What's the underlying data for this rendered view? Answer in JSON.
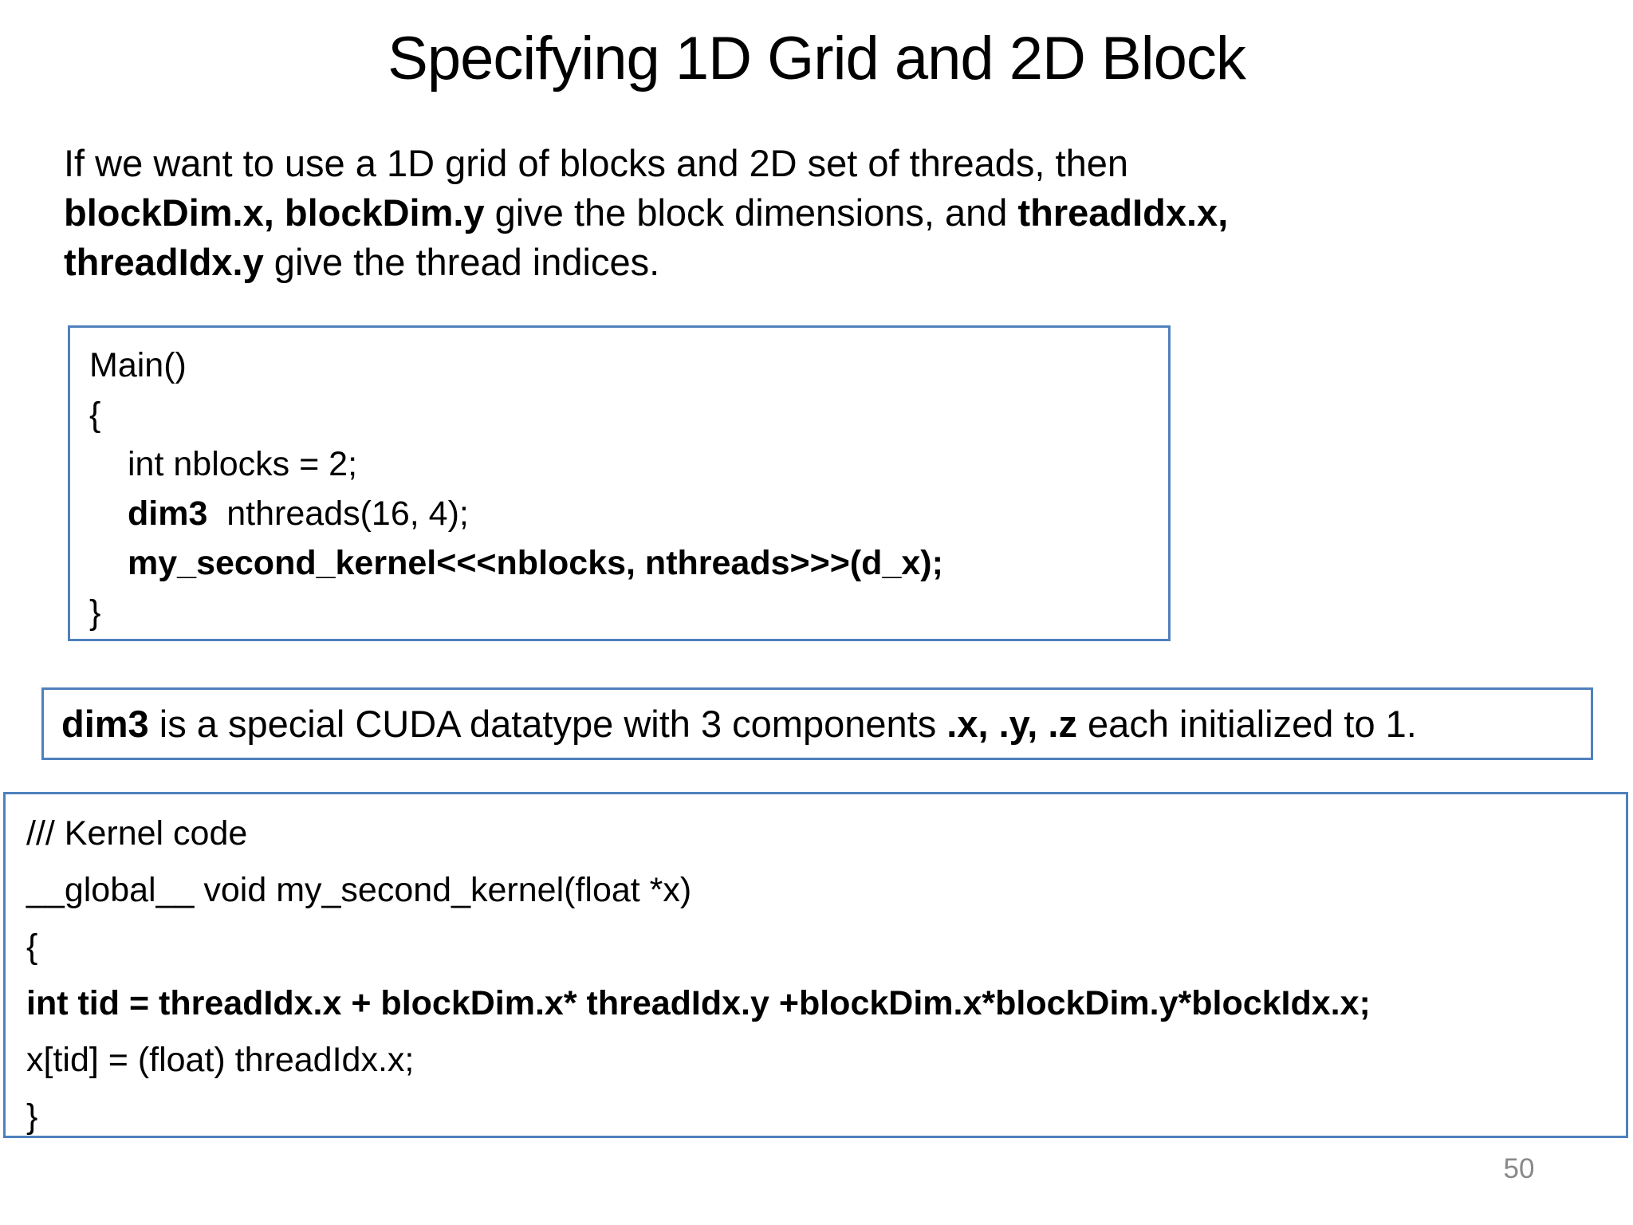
{
  "slide": {
    "title": "Specifying 1D Grid and 2D Block",
    "page_number": "50"
  },
  "intro": {
    "line1_normal": "If we want to use a 1D grid of blocks and 2D set of threads, then",
    "line2_bold1": "blockDim.x, blockDim.y",
    "line2_normal": " give the block dimensions, and ",
    "line2_bold2": "threadIdx.x,",
    "line3_bold": "threadIdx.y",
    "line3_normal": " give the thread indices."
  },
  "main_code_box": {
    "line1": "Main()",
    "line2": "{",
    "line3": "int nblocks = 2;",
    "line4_bold": "dim3",
    "line4_rest": "  nthreads(16, 4);",
    "line5_bold": "my_second_kernel<<<nblocks, nthreads>>>(d_x);",
    "line6": "}"
  },
  "dim3_note": {
    "bold1": "dim3",
    "normal1": " is a special CUDA datatype with 3 components ",
    "bold2": ".x, .y, .z",
    "normal2": " each initialized to 1."
  },
  "kernel_code_box": {
    "line1": "/// Kernel code",
    "line2": "__global__ void my_second_kernel(float *x)",
    "line3": "{",
    "line4_bold": "int tid = threadIdx.x + blockDim.x* threadIdx.y +blockDim.x*blockDim.y*blockIdx.x;",
    "line5": "x[tid] = (float) threadIdx.x;",
    "line6": "}"
  },
  "colors": {
    "box_border": "#4f81bd",
    "page_number_gray": "#898989",
    "text": "#000000",
    "background": "#ffffff"
  }
}
